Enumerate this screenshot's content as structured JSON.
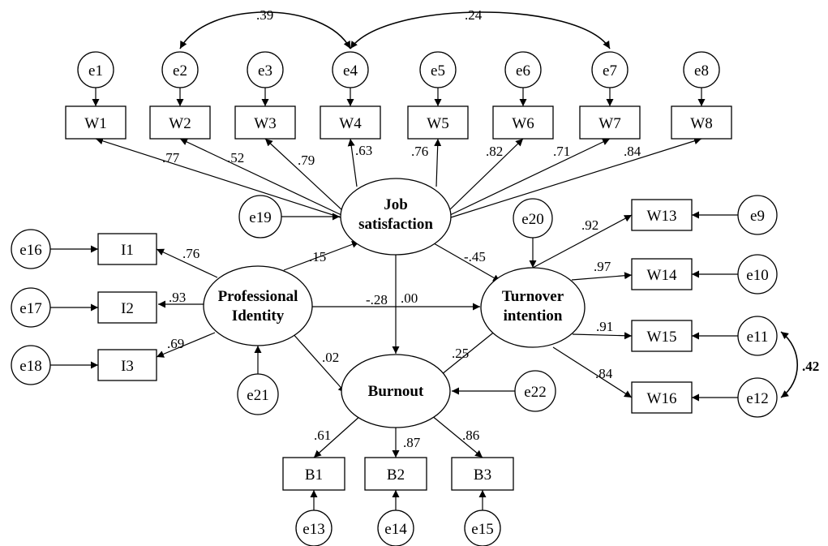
{
  "latents": {
    "job": [
      "Job",
      "satisfaction"
    ],
    "pi": [
      "Professional",
      "Identity"
    ],
    "ti": [
      "Turnover",
      "intention"
    ],
    "bo": [
      "Burnout"
    ]
  },
  "indicators": {
    "W1": "W1",
    "W2": "W2",
    "W3": "W3",
    "W4": "W4",
    "W5": "W5",
    "W6": "W6",
    "W7": "W7",
    "W8": "W8",
    "W13": "W13",
    "W14": "W14",
    "W15": "W15",
    "W16": "W16",
    "I1": "I1",
    "I2": "I2",
    "I3": "I3",
    "B1": "B1",
    "B2": "B2",
    "B3": "B3"
  },
  "errors": {
    "e1": "e1",
    "e2": "e2",
    "e3": "e3",
    "e4": "e4",
    "e5": "e5",
    "e6": "e6",
    "e7": "e7",
    "e8": "e8",
    "e9": "e9",
    "e10": "e10",
    "e11": "e11",
    "e12": "e12",
    "e13": "e13",
    "e14": "e14",
    "e15": "e15",
    "e16": "e16",
    "e17": "e17",
    "e18": "e18",
    "e19": "e19",
    "e20": "e20",
    "e21": "e21",
    "e22": "e22"
  },
  "loadings": {
    "job_W1": ".77",
    "job_W2": ".52",
    "job_W3": ".79",
    "job_W4": ".63",
    "job_W5": ".76",
    "job_W6": ".82",
    "job_W7": ".71",
    "job_W8": ".84",
    "ti_W13": ".92",
    "ti_W14": ".97",
    "ti_W15": ".91",
    "ti_W16": ".84",
    "pi_I1": ".76",
    "pi_I2": ".93",
    "pi_I3": ".69",
    "bo_B1": ".61",
    "bo_B2": ".87",
    "bo_B3": ".86"
  },
  "paths": {
    "pi_job": ".15",
    "job_ti": "-.45",
    "pi_ti": "-.28",
    "job_bo": ".00",
    "pi_bo": ".02",
    "bo_ti": ".25"
  },
  "correlations": {
    "e2_e4": ".39",
    "e4_e7": ".24",
    "e11_e12": ".42"
  }
}
